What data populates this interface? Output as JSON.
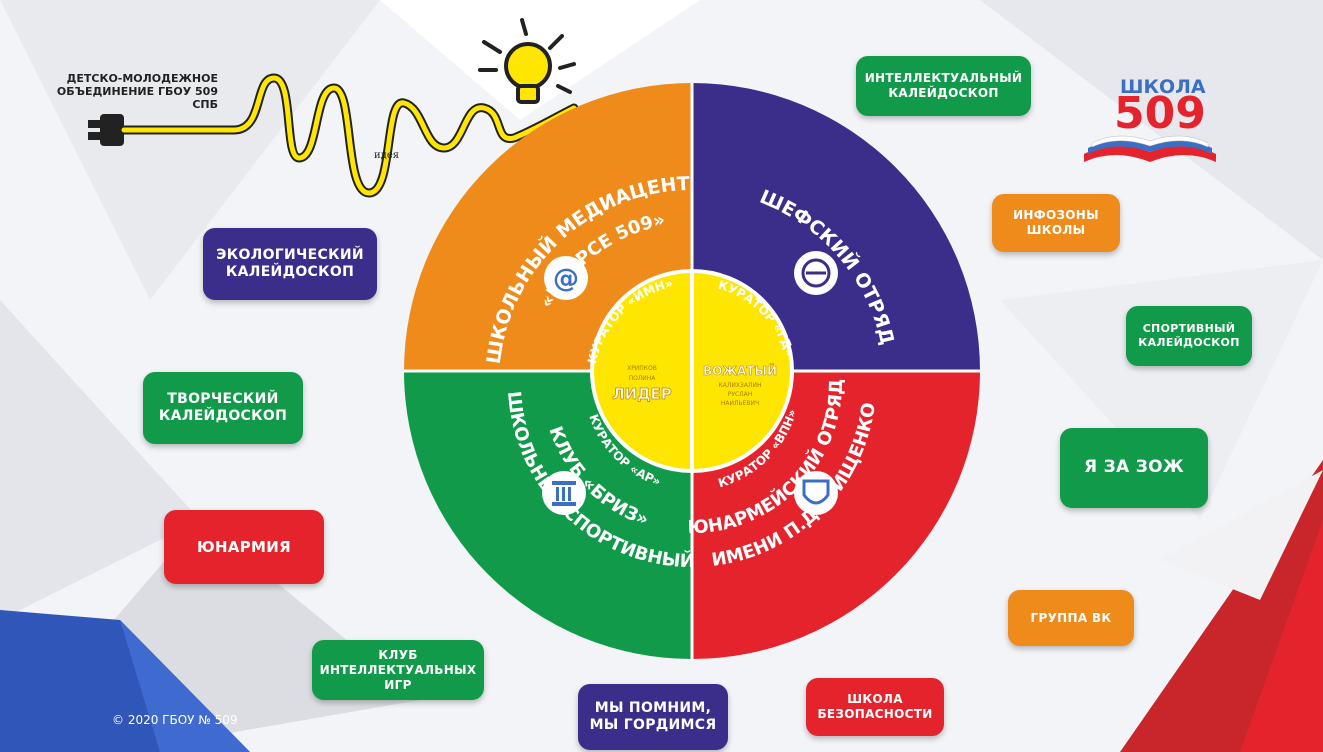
{
  "org": {
    "caption": "ДЕТСКО-МОЛОДЕЖНОЕ\nОБЪЕДИНЕНИЕ ГБОУ 509 СПБ",
    "logo_text": "идея"
  },
  "school_logo": {
    "line1": "ШКОЛА",
    "line2": "509"
  },
  "copyright": "© 2020 ГБОУ № 509",
  "tiles": {
    "intellect_kaleidoscope": "ИНТЕЛЛЕКТУАЛЬНЫЙ\nКАЛЕЙДОСКОП",
    "info_zones": "ИНФОЗОНЫ\nШКОЛЫ",
    "sport_kaleidoscope": "СПОРТИВНЫЙ\nКАЛЕЙДОСКОП",
    "healthy_life": "Я ЗА ЗОЖ",
    "vk_group": "ГРУППА ВК",
    "safety_school": "ШКОЛА\nБЕЗОПАСНОСТИ",
    "we_remember": "МЫ ПОМНИМ,\nМЫ ГОРДИМСЯ",
    "intellect_games_club": "КЛУБ\nИНТЕЛЛЕКТУАЛЬНЫХ\nИГР",
    "yunarmiya": "ЮНАРМИЯ",
    "creative_kaleidoscope": "ТВОРЧЕСКИЙ\nКАЛЕЙДОСКОП",
    "eco_kaleidoscope": "ЭКОЛОГИЧЕСКИЙ\nКАЛЕЙДОСКОП"
  },
  "wheel": {
    "colors": {
      "orange": "#ee8b1b",
      "purple": "#3a2e8a",
      "green": "#119a4a",
      "red": "#e4232c",
      "center": "#ffe600"
    },
    "quadrants": {
      "media": {
        "title1": "ШКОЛЬНЫЙ МЕДИАЦЕНТР",
        "title2": "«ВКУРСЕ 509»",
        "curator": "КУРАТОР «ИМН»",
        "icon": "at-sign-icon"
      },
      "patron": {
        "title1": "ШЕФСКИЙ ОТРЯД",
        "curator": "КУРАТОР «ГД»",
        "icon": "handshake-icon"
      },
      "sport": {
        "title1": "ШКОЛЬНЫЙ СПОРТИВНЫЙ",
        "title2": "КЛУБ «БРИЗ»",
        "curator": "КУРАТОР «АР»",
        "icon": "column-icon"
      },
      "army": {
        "title1": "ЮНАРМЕЙСКИЙ ОТРЯД",
        "title2": "ИМЕНИ П.Д.ГРИЩЕНКО",
        "curator": "КУРАТОР «ВПН»",
        "icon": "shield-icon"
      }
    },
    "center_left": {
      "name1": "ХРИПКОВ",
      "name2": "ПОЛИНА",
      "role": "ЛИДЕР"
    },
    "center_right": {
      "role": "ВОЖАТЫЙ",
      "name1": "КАЛИХЗАЛИН",
      "name2": "РУСЛАН",
      "name3": "НАИЛЬЕВИЧ"
    }
  }
}
